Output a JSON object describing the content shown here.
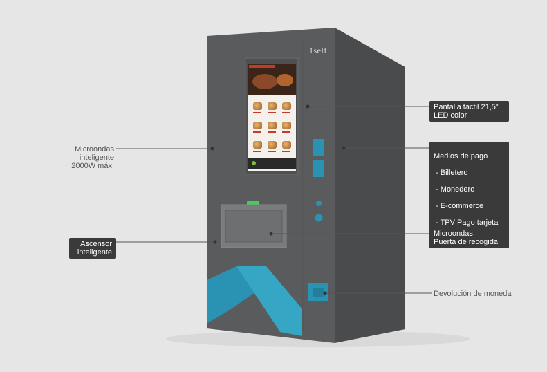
{
  "brand": {
    "logo": "1self"
  },
  "callouts": {
    "microondas_inteligente": "Microondas inteligente\n2000W máx.",
    "ascensor": "Ascensor\ninteligente",
    "pantalla": "Pantalla táctil 21,5”\nLED color",
    "medios_pago_title": "Medios de pago",
    "medios_pago_items": [
      " - Billetero",
      " - Monedero",
      " - E-commerce",
      " - TPV Pago tarjeta"
    ],
    "microondas_puerta": "Microondas\nPuerta de recogida",
    "devolucion": "Devolución de moneda"
  },
  "colors": {
    "cabinet_front": "#58595b",
    "cabinet_side": "#48494b",
    "accent": "#2a93b3",
    "accent_light": "#36a6c5",
    "status_led": "#3fcf5a",
    "label_bg": "#3a3a3a"
  }
}
